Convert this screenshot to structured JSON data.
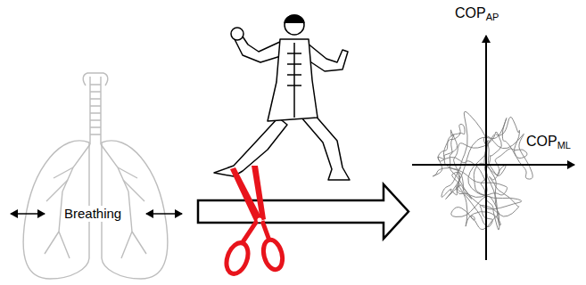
{
  "diagram": {
    "labels": [
      "Breathing",
      "COP",
      "AP",
      "COP",
      "ML"
    ]
  }
}
